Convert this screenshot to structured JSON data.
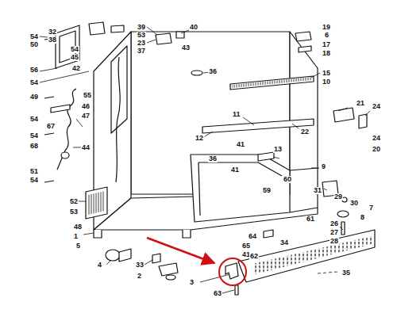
{
  "diagram": {
    "labels": [
      "54",
      "50",
      "32",
      "38",
      "39",
      "53",
      "23",
      "37",
      "40",
      "43",
      "19",
      "6",
      "17",
      "18",
      "56",
      "54",
      "45",
      "42",
      "36",
      "15",
      "10",
      "54",
      "49",
      "55",
      "46",
      "47",
      "11",
      "21",
      "24",
      "54",
      "67",
      "22",
      "12",
      "41",
      "54",
      "68",
      "44",
      "24",
      "20",
      "36",
      "13",
      "41",
      "9",
      "51",
      "54",
      "60",
      "59",
      "31",
      "29",
      "30",
      "7",
      "52",
      "53",
      "8",
      "61",
      "26",
      "27",
      "48",
      "1",
      "28",
      "64",
      "5",
      "65",
      "41",
      "62",
      "34",
      "4",
      "33",
      "2",
      "35",
      "3",
      "63"
    ]
  }
}
